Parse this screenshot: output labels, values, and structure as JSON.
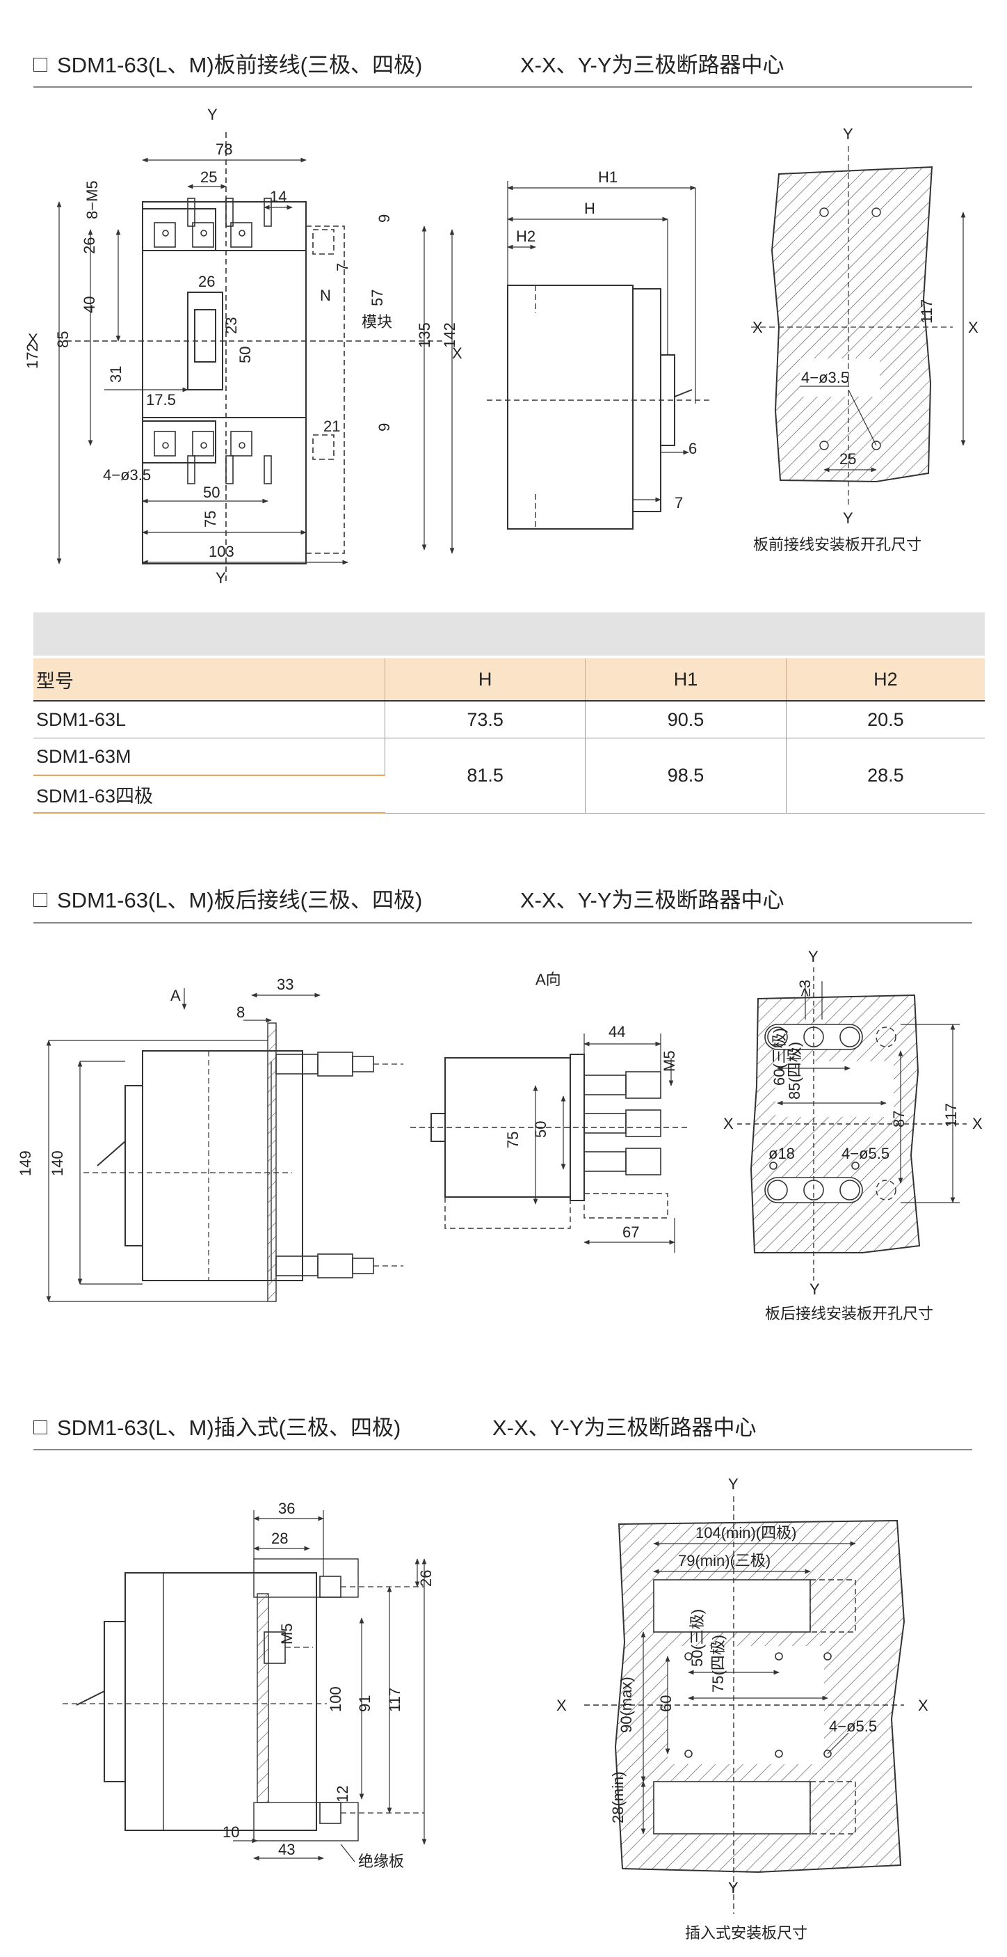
{
  "sections": [
    {
      "title": "SDM1-63(L、M)板前接线(三极、四极)",
      "center_note": "X-X、Y-Y为三极断路器中心"
    },
    {
      "title": "SDM1-63(L、M)板后接线(三极、四极)",
      "center_note": "X-X、Y-Y为三极断路器中心"
    },
    {
      "title": "SDM1-63(L、M)插入式(三极、四极)",
      "center_note": "X-X、Y-Y为三极断路器中心"
    }
  ],
  "front_wiring": {
    "labels": {
      "y_top": "Y",
      "y_bottom": "Y",
      "x_left": "X",
      "x_mid": "X",
      "d78": "78",
      "d25": "25",
      "d14": "14",
      "m5": "8−M5",
      "d9a": "9",
      "d26": "26",
      "d7": "7",
      "n": "N",
      "d26b": "26",
      "d40": "40",
      "d23": "23",
      "d57": "57",
      "module": "模块",
      "d172": "172",
      "d85": "85",
      "d50": "50",
      "d135": "135",
      "d142": "142",
      "d31": "31",
      "d17_5": "17.5",
      "d21": "21",
      "d9b": "9",
      "hole": "4−ø3.5",
      "d50b": "50",
      "d75": "75",
      "d103": "103",
      "h1": "H1",
      "h": "H",
      "h2": "H2",
      "d6": "6",
      "d7b": "7",
      "p_y_top": "Y",
      "p_y_bottom": "Y",
      "p_x_left": "X",
      "p_x_right": "X",
      "p_117": "117",
      "p_hole": "4−ø3.5",
      "p_25": "25"
    },
    "caption": "板前接线安装板开孔尺寸"
  },
  "spec_table": {
    "headers": [
      "型号",
      "H",
      "H1",
      "H2"
    ],
    "rows": [
      {
        "model": "SDM1-63L",
        "H": "73.5",
        "H1": "90.5",
        "H2": "20.5"
      },
      {
        "models": [
          "SDM1-63M",
          "SDM1-63四极"
        ],
        "H": "81.5",
        "H1": "98.5",
        "H2": "28.5"
      }
    ]
  },
  "rear_wiring": {
    "labels": {
      "a": "A",
      "d33": "33",
      "d8": "8",
      "d149": "149",
      "d140": "140",
      "a_dir": "A向",
      "d44": "44",
      "m5": "M5",
      "d75": "75",
      "d50": "50",
      "d67": "67",
      "p_y_top": "Y",
      "p_y_bottom": "Y",
      "p_x_left": "X",
      "p_x_right": "X",
      "d3": "≥3",
      "d60": "60(三极)",
      "d85": "85(四极)",
      "d87": "87",
      "d117": "117",
      "d18": "ø18",
      "hole": "4−ø5.5"
    },
    "caption": "板后接线安装板开孔尺寸"
  },
  "plug_in": {
    "labels": {
      "d36": "36",
      "d28": "28",
      "d26": "26",
      "m5": "M5",
      "d100": "100",
      "d91": "91",
      "d117": "117",
      "d12": "12",
      "d10": "10",
      "d43": "43",
      "insulation": "绝缘板",
      "p_y_top": "Y",
      "p_y_bottom": "Y",
      "p_x_left": "X",
      "p_x_right": "X",
      "d104": "104(min)(四极)",
      "d79": "79(min)(三极)",
      "d50": "50(三极)",
      "d75": "75(四极)",
      "d60": "60",
      "d90": "90(max)",
      "hole": "4−ø5.5",
      "d28min": "28(min)"
    },
    "caption": "插入式安装板尺寸"
  }
}
